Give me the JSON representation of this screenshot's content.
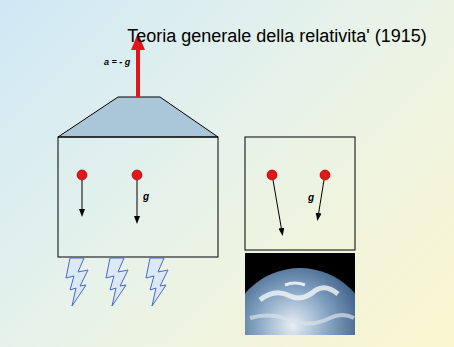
{
  "diagram": {
    "title": "Teoria generale della relativita' (1915)",
    "labels": [
      "a = - g",
      "g",
      "g"
    ]
  }
}
